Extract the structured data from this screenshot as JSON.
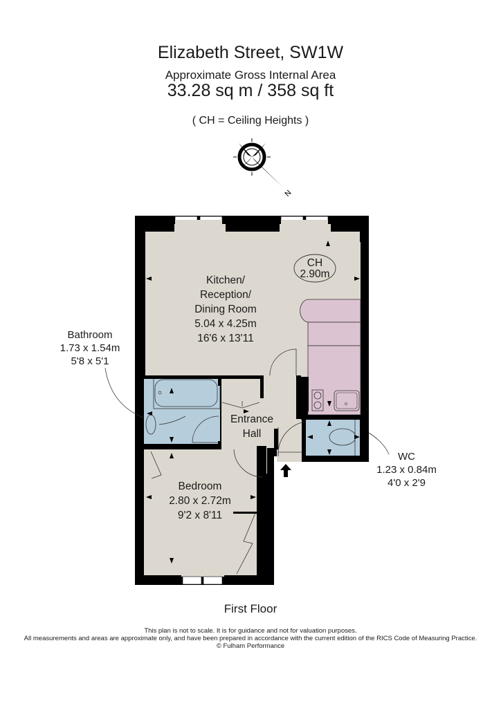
{
  "header": {
    "title": "Elizabeth Street, SW1W",
    "subtitle": "Approximate Gross Internal Area",
    "area": "33.28 sq m  /  358 sq ft",
    "legend": "( CH = Ceiling Heights )"
  },
  "compass": {
    "icon": "compass-rose-icon",
    "label": "N"
  },
  "rooms": {
    "kitchen": {
      "name1": "Kitchen/",
      "name2": "Reception/",
      "name3": "Dining Room",
      "metric": "5.04 x 4.25m",
      "imperial": "16'6 x 13'11"
    },
    "ceiling": {
      "label": "CH",
      "value": "2.90m"
    },
    "hall": {
      "name1": "Entrance",
      "name2": "Hall"
    },
    "bedroom": {
      "name": "Bedroom",
      "metric": "2.80 x 2.72m",
      "imperial": "9'2 x 8'11"
    },
    "bathroom": {
      "name": "Bathroom",
      "metric": "1.73 x 1.54m",
      "imperial": "5'8 x 5'1"
    },
    "wc": {
      "name": "WC",
      "metric": "1.23 x 0.84m",
      "imperial": "4'0 x 2'9"
    }
  },
  "colors": {
    "wall": "#000000",
    "floor": "#ddd8cf",
    "kitchen_units": "#dcc3d2",
    "wet_room": "#b6cddc"
  },
  "floor_label": "First Floor",
  "disclaimer": {
    "line1": "This plan is not to scale. It is for guidance and not for valuation purposes.",
    "line2": "All measurements and areas are approximate only, and have been prepared in accordance with the current edition of the RICS Code of Measuring Practice.",
    "line3": "© Fulham Performance"
  }
}
